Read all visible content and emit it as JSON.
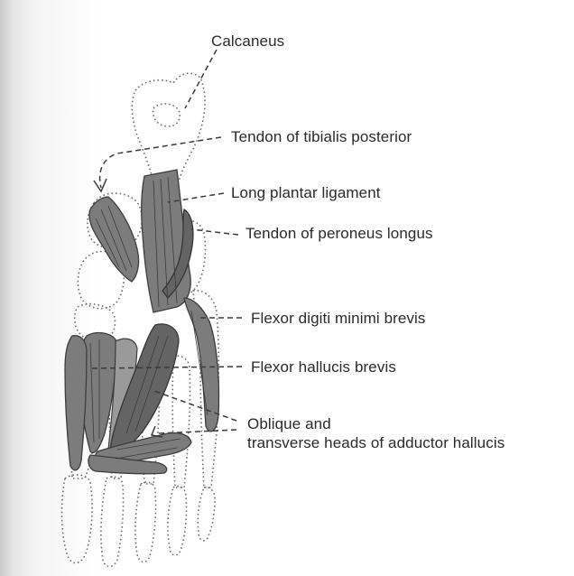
{
  "labels": {
    "calcaneus": "Calcaneus",
    "tibialis_posterior": "Tendon of tibialis posterior",
    "long_plantar": "Long plantar ligament",
    "peroneus_longus": "Tendon of peroneus longus",
    "flexor_digiti": "Flexor digiti minimi brevis",
    "flexor_hallucis": "Flexor hallucis brevis",
    "adductor_line1": "Oblique and",
    "adductor_line2": "transverse heads of adductor hallucis"
  },
  "colors": {
    "muscle": "#7c7c7c",
    "muscle_dark": "#646464",
    "outline": "#6e6e6e",
    "text": "#2a2a2a"
  }
}
